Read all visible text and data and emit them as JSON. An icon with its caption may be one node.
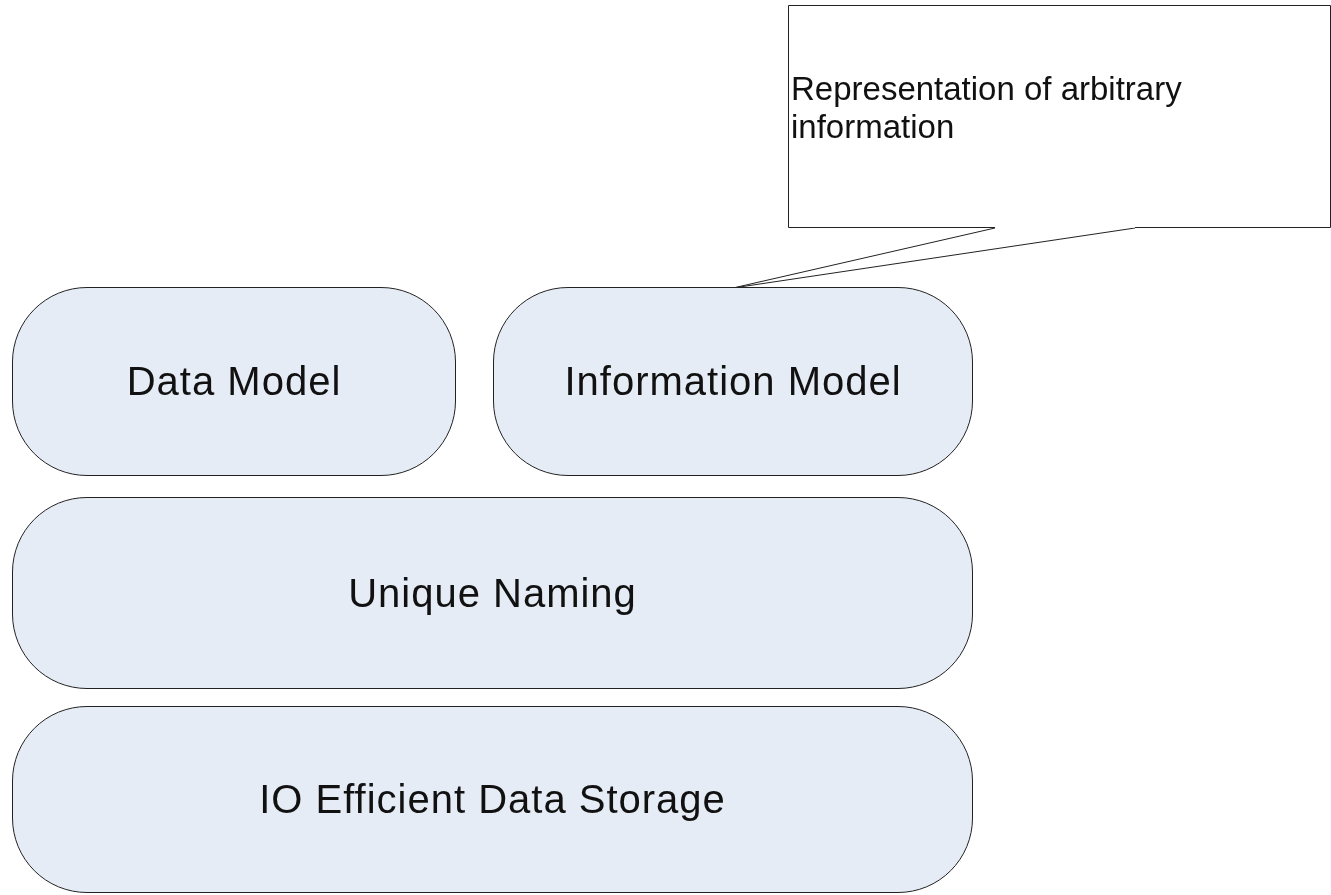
{
  "diagram": {
    "nodes": [
      {
        "text": [
          "Representation of arbitrary information"
        ]
      },
      {
        "text": [
          "Data Model"
        ]
      },
      {
        "text": [
          "Information Model"
        ]
      },
      {
        "text": [
          "Unique Naming"
        ]
      },
      {
        "text": [
          "IO Efficient Data Storage"
        ]
      }
    ],
    "edges": [
      {
        "from": 0,
        "to": 2,
        "arrow": "none"
      }
    ]
  }
}
